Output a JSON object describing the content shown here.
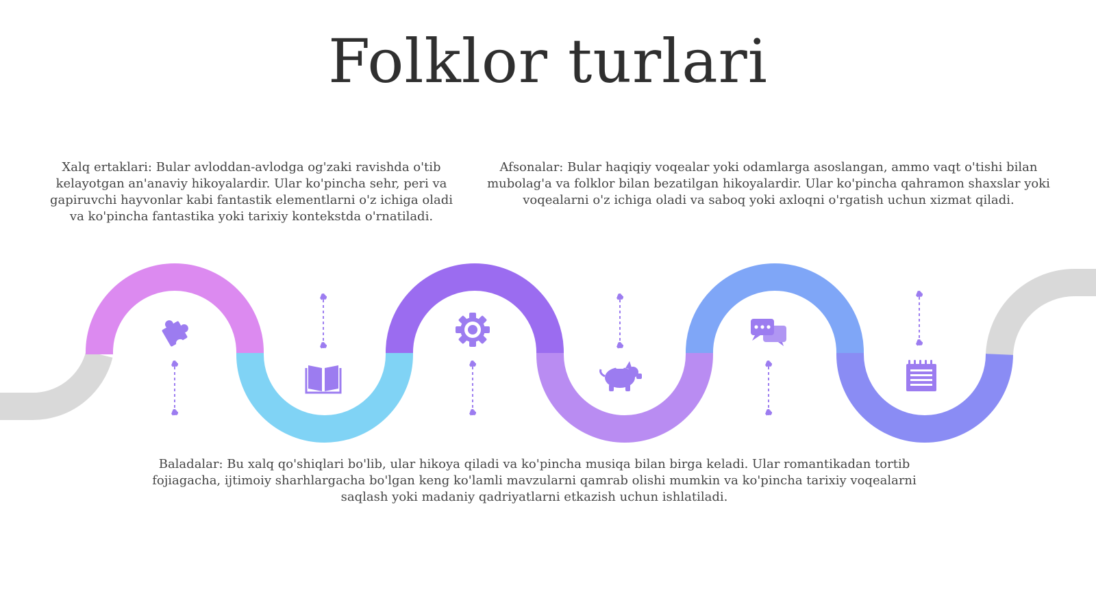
{
  "title": "Folklor turlari",
  "paragraphs": {
    "xalq_ertaklari": "Xalq ertaklari: Bular avloddan-avlodga og'zaki ravishda o'tib kelayotgan an'anaviy hikoyalardir. Ular ko'pincha sehr, peri va gapiruvchi hayvonlar kabi fantastik elementlarni o'z ichiga oladi va ko'pincha fantastika yoki tarixiy kontekstda o'rnatiladi.",
    "afsonalar": "Afsonalar: Bular haqiqiy voqealar yoki odamlarga asoslangan, ammo vaqt o'tishi bilan mubolag'a va folklor bilan bezatilgan hikoyalardir. Ular ko'pincha qahramon shaxslar yoki voqealarni o'z ichiga oladi va saboq yoki axloqni o'rgatish uchun xizmat qiladi.",
    "baladalar": "Baladalar: Bu xalq qo'shiqlari bo'lib, ular hikoya qiladi va ko'pincha musiqa bilan birga keladi. Ular romantikadan tortib fojiagacha, ijtimoiy sharhlargacha bo'lgan keng ko'lamli mavzularni qamrab olishi mumkin va ko'pincha tarixiy voqealarni saqlash yoki madaniy qadriyatlarni etkazish uchun ishlatiladi."
  },
  "colors": {
    "gray": "#d9d9d9",
    "pink": "#dc8af0",
    "cyan": "#80d3f5",
    "purple": "#9b6cf0",
    "lavender": "#b98cf2",
    "blue": "#7fa6f7",
    "indigo": "#8a8cf4",
    "icon": "#9c7cf0"
  },
  "icons": [
    "puzzle-icon",
    "book-icon",
    "gear-icon",
    "piggy-bank-icon",
    "chat-bubbles-icon",
    "notepad-icon"
  ]
}
